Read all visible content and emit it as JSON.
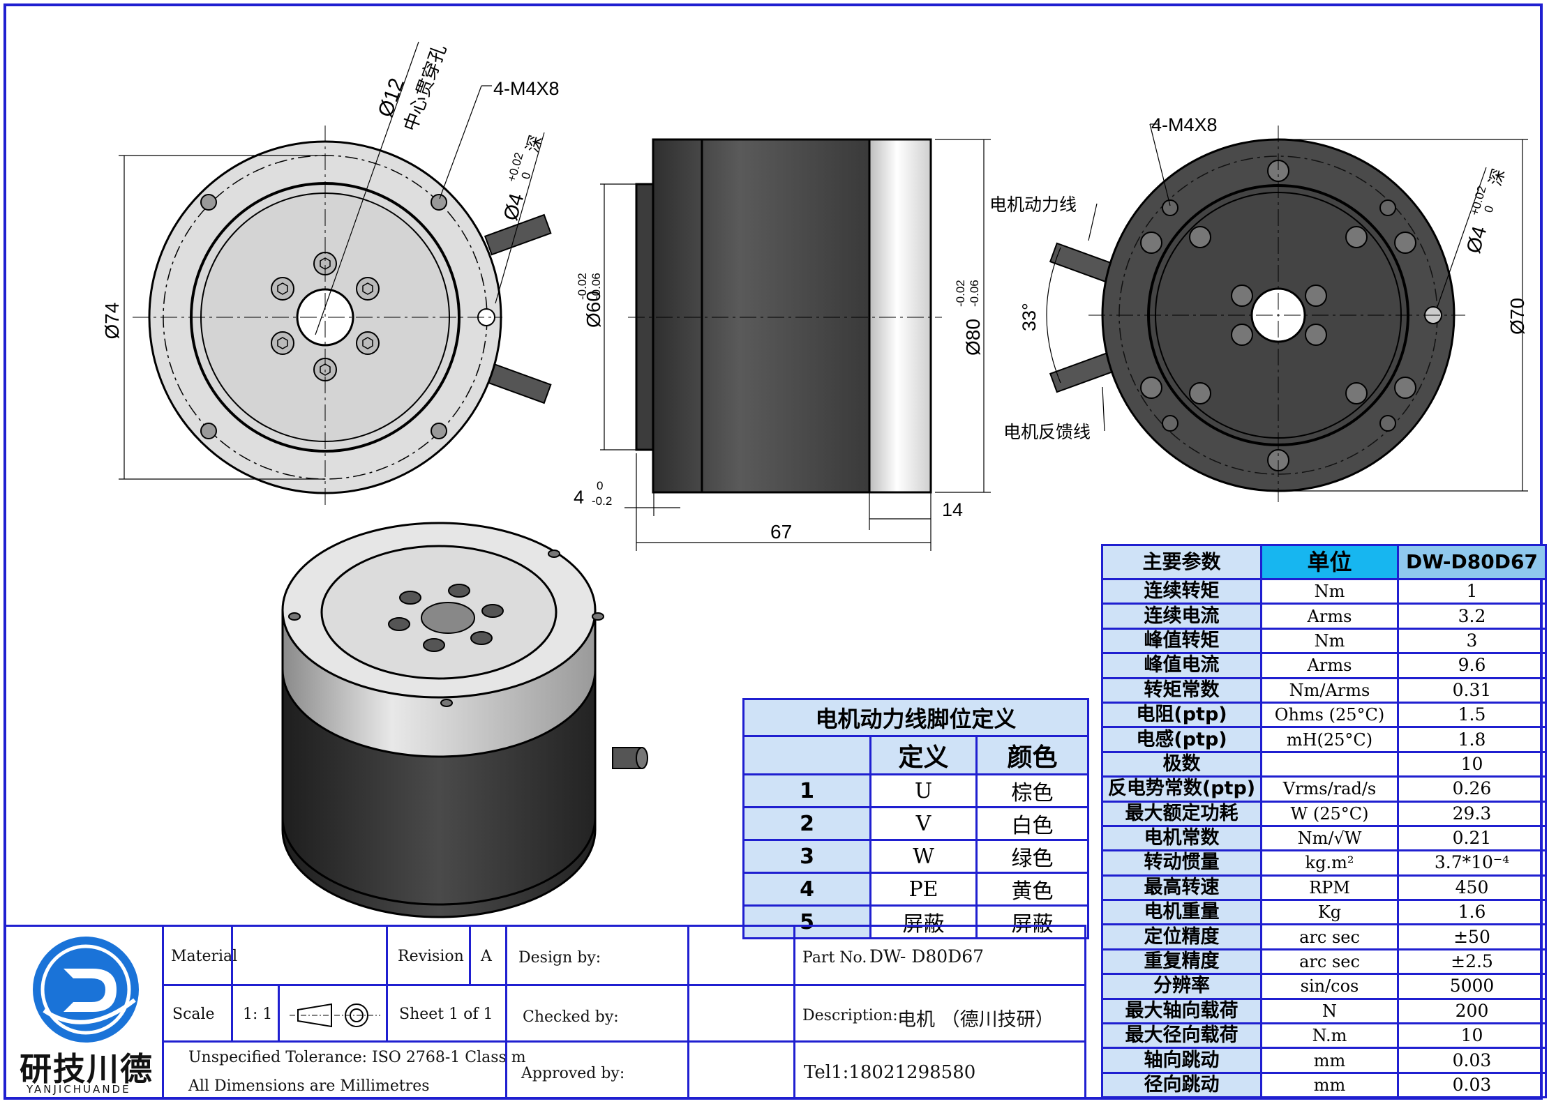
{
  "drawing": {
    "front_view": {
      "dia_outer": "Ø74",
      "center_hole_dia": "Ø12",
      "center_hole_note": "中心贯穿孔",
      "thread": "4-M4X8",
      "pin_hole": "Ø4",
      "pin_tol_upper": "+0.02",
      "pin_tol_lower": "0",
      "pin_depth": "深"
    },
    "side_view": {
      "dia_60": "Ø60",
      "dia_60_tol_upper": "-0.02",
      "dia_60_tol_lower": "-0.06",
      "dia_80": "Ø80",
      "dia_80_tol_upper": "-0.02",
      "dia_80_tol_lower": "-0.06",
      "step": "4",
      "step_tol_upper": "0",
      "step_tol_lower": "-0.2",
      "length": "67",
      "ring_width": "14"
    },
    "rear_view": {
      "thread": "4-M4X8",
      "power_cable": "电机动力线",
      "feedback_cable": "电机反馈线",
      "angle": "33°",
      "pin_hole": "Ø4",
      "pin_tol_upper": "+0.02",
      "pin_tol_lower": "0",
      "pin_depth": "深",
      "dia_70": "Ø70"
    }
  },
  "pin_table": {
    "title": "电机动力线脚位定义",
    "headers": [
      "",
      "定义",
      "颜色"
    ],
    "rows": [
      [
        "1",
        "U",
        "棕色"
      ],
      [
        "2",
        "V",
        "白色"
      ],
      [
        "3",
        "W",
        "绿色"
      ],
      [
        "4",
        "PE",
        "黄色"
      ],
      [
        "5",
        "屏蔽",
        "屏蔽"
      ]
    ]
  },
  "spec_table": {
    "headers": [
      "主要参数",
      "单位",
      "DW-D80D67"
    ],
    "rows": [
      [
        "连续转矩",
        "Nm",
        "1"
      ],
      [
        "连续电流",
        "Arms",
        "3.2"
      ],
      [
        "峰值转矩",
        "Nm",
        "3"
      ],
      [
        "峰值电流",
        "Arms",
        "9.6"
      ],
      [
        "转矩常数",
        "Nm/Arms",
        "0.31"
      ],
      [
        "电阻(ptp)",
        "Ohms (25°C)",
        "1.5"
      ],
      [
        "电感(ptp)",
        "mH(25°C)",
        "1.8"
      ],
      [
        "极数",
        "",
        "10"
      ],
      [
        "反电势常数(ptp)",
        "Vrms/rad/s",
        "0.26"
      ],
      [
        "最大额定功耗",
        "W (25°C)",
        "29.3"
      ],
      [
        "电机常数",
        "Nm/√W",
        "0.21"
      ],
      [
        "转动惯量",
        "kg.m²",
        "3.7*10⁻⁴"
      ],
      [
        "最高转速",
        "RPM",
        "450"
      ],
      [
        "电机重量",
        "Kg",
        "1.6"
      ],
      [
        "定位精度",
        "arc sec",
        "±50"
      ],
      [
        "重复精度",
        "arc sec",
        "±2.5"
      ],
      [
        "分辨率",
        "sin/cos",
        "5000"
      ],
      [
        "最大轴向载荷",
        "N",
        "200"
      ],
      [
        "最大径向载荷",
        "N.m",
        "10"
      ],
      [
        "轴向跳动",
        "mm",
        "0.03"
      ],
      [
        "径向跳动",
        "mm",
        "0.03"
      ]
    ]
  },
  "title_block": {
    "logo_text": "研技川德",
    "logo_sub": "YANJICHUANDE",
    "material_label": "Material",
    "material_value": "",
    "revision_label": "Revision",
    "revision_value": "A",
    "scale_label": "Scale",
    "scale_value": "1: 1",
    "sheet_label": "Sheet 1 of 1",
    "tolerance_note": "Unspecified Tolerance: ISO 2768-1 Class m",
    "dimension_note": "All Dimensions are Millimetres",
    "design_by": "Design by:",
    "checked_by": "Checked by:",
    "approved_by": "Approved by:",
    "part_no_label": "Part No.",
    "part_no_value": "DW- D80D67",
    "description_label": "Description:",
    "description_value": "电机 （德川技研）",
    "tel": "Tel1:18021298580"
  },
  "colors": {
    "border": "#1f1fd0",
    "cell_blue": "#cfe2f7",
    "header_cyan": "#17b6f0",
    "logo_blue": "#1a73d8"
  }
}
